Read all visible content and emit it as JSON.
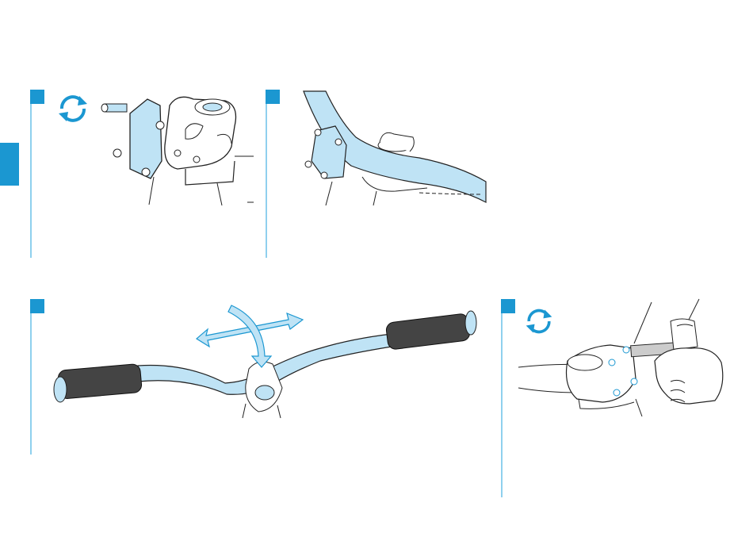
{
  "colors": {
    "accent": "#1b97d1",
    "accent_light": "#8fd0ee",
    "part_fill": "#bfe3f5",
    "line": "#222222"
  },
  "steps": [
    {
      "id": "step-1",
      "icon": "rotate-arrows-icon"
    },
    {
      "id": "step-2",
      "icon": null
    },
    {
      "id": "step-3",
      "icon": "move-arrows-icon"
    },
    {
      "id": "step-4",
      "icon": "rotate-arrows-icon"
    }
  ],
  "side_tab": {
    "icon": "section-tab"
  }
}
